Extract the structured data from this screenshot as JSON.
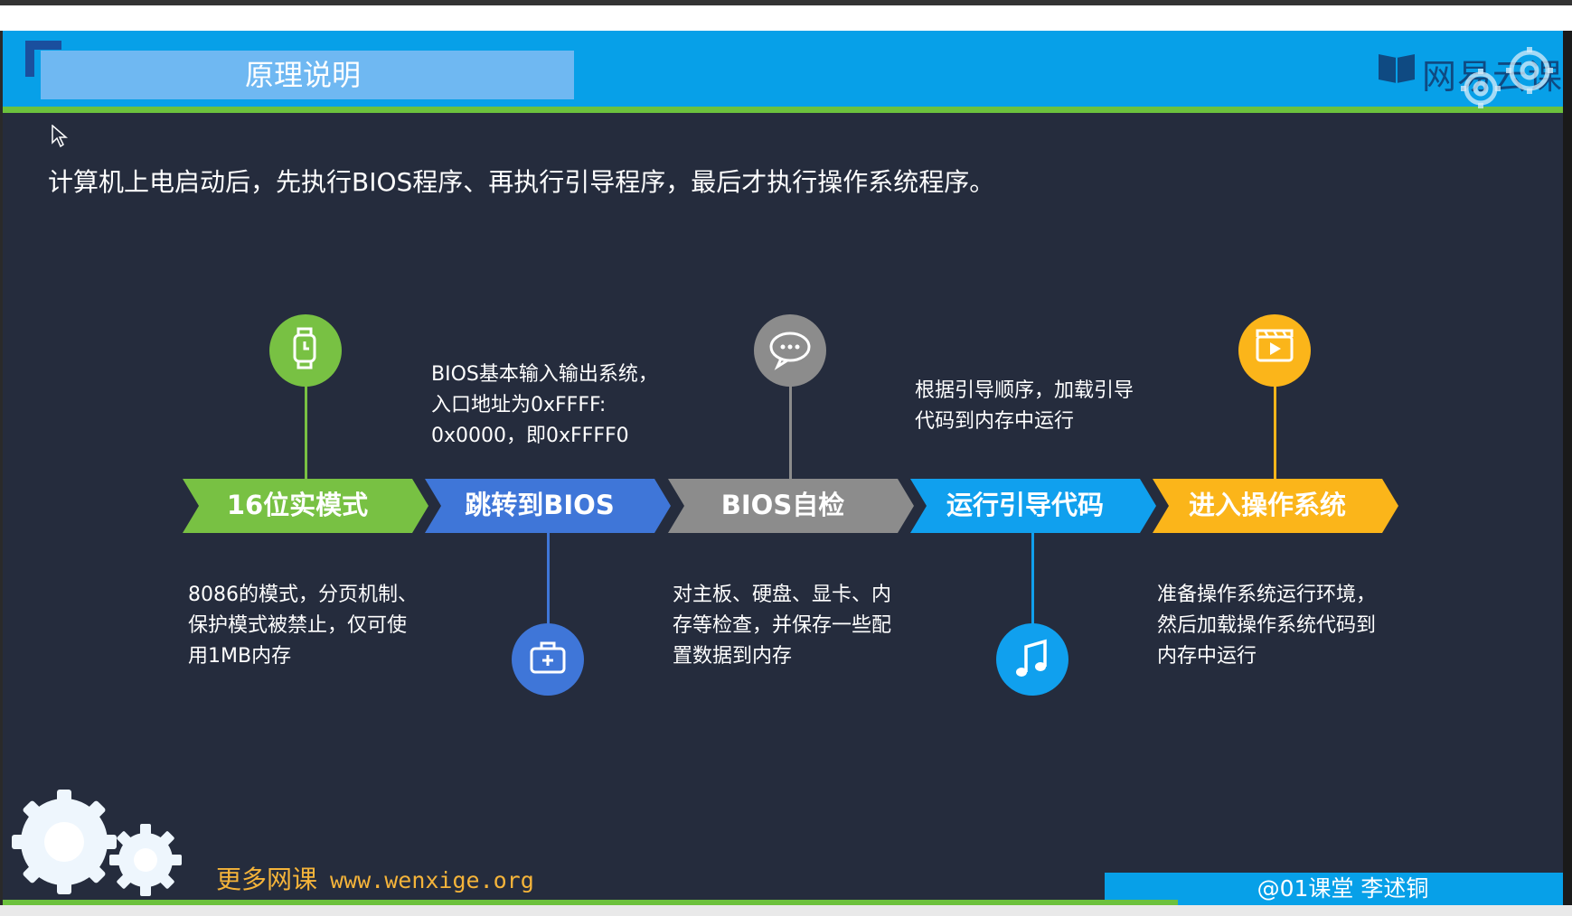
{
  "header": {
    "title": "原理说明",
    "brand": "网易云课"
  },
  "intro": "计算机上电启动后，先执行BIOS程序、再执行引导程序，最后才执行操作系统程序。",
  "steps": [
    {
      "label": "16位实模式",
      "color": "#78c143",
      "icon": "watch-icon",
      "desc": [
        "8086的模式，分页机制、",
        "保护模式被禁止，仅可使",
        "用1MB内存"
      ]
    },
    {
      "label": "跳转到BIOS",
      "color": "#3f76d8",
      "icon": "medical-kit-icon",
      "desc": [
        "BIOS基本输入输出系统，",
        "入口地址为0xFFFF:",
        "0x0000，即0xFFFF0"
      ]
    },
    {
      "label": "BIOS自检",
      "color": "#8c8c8c",
      "icon": "chat-bubble-icon",
      "desc": [
        "对主板、硬盘、显卡、内",
        "存等检查，并保存一些配",
        "置数据到内存"
      ]
    },
    {
      "label": "运行引导代码",
      "color": "#10a0ee",
      "icon": "music-note-icon",
      "desc": [
        "根据引导顺序，加载引导",
        "代码到内存中运行"
      ]
    },
    {
      "label": "进入操作系统",
      "color": "#fbb51a",
      "icon": "video-clapper-icon",
      "desc": [
        "准备操作系统运行环境，",
        "然后加载操作系统代码到",
        "内存中运行"
      ]
    }
  ],
  "footer": {
    "more_label": "更多网课",
    "url": "www.wenxige.org",
    "author": "@01课堂 李述铜"
  },
  "colors": {
    "header_blue": "#07a0e8",
    "accent_green": "#6cc13d",
    "slide_bg": "#252c3d",
    "footer_orange": "#f5b43a"
  }
}
